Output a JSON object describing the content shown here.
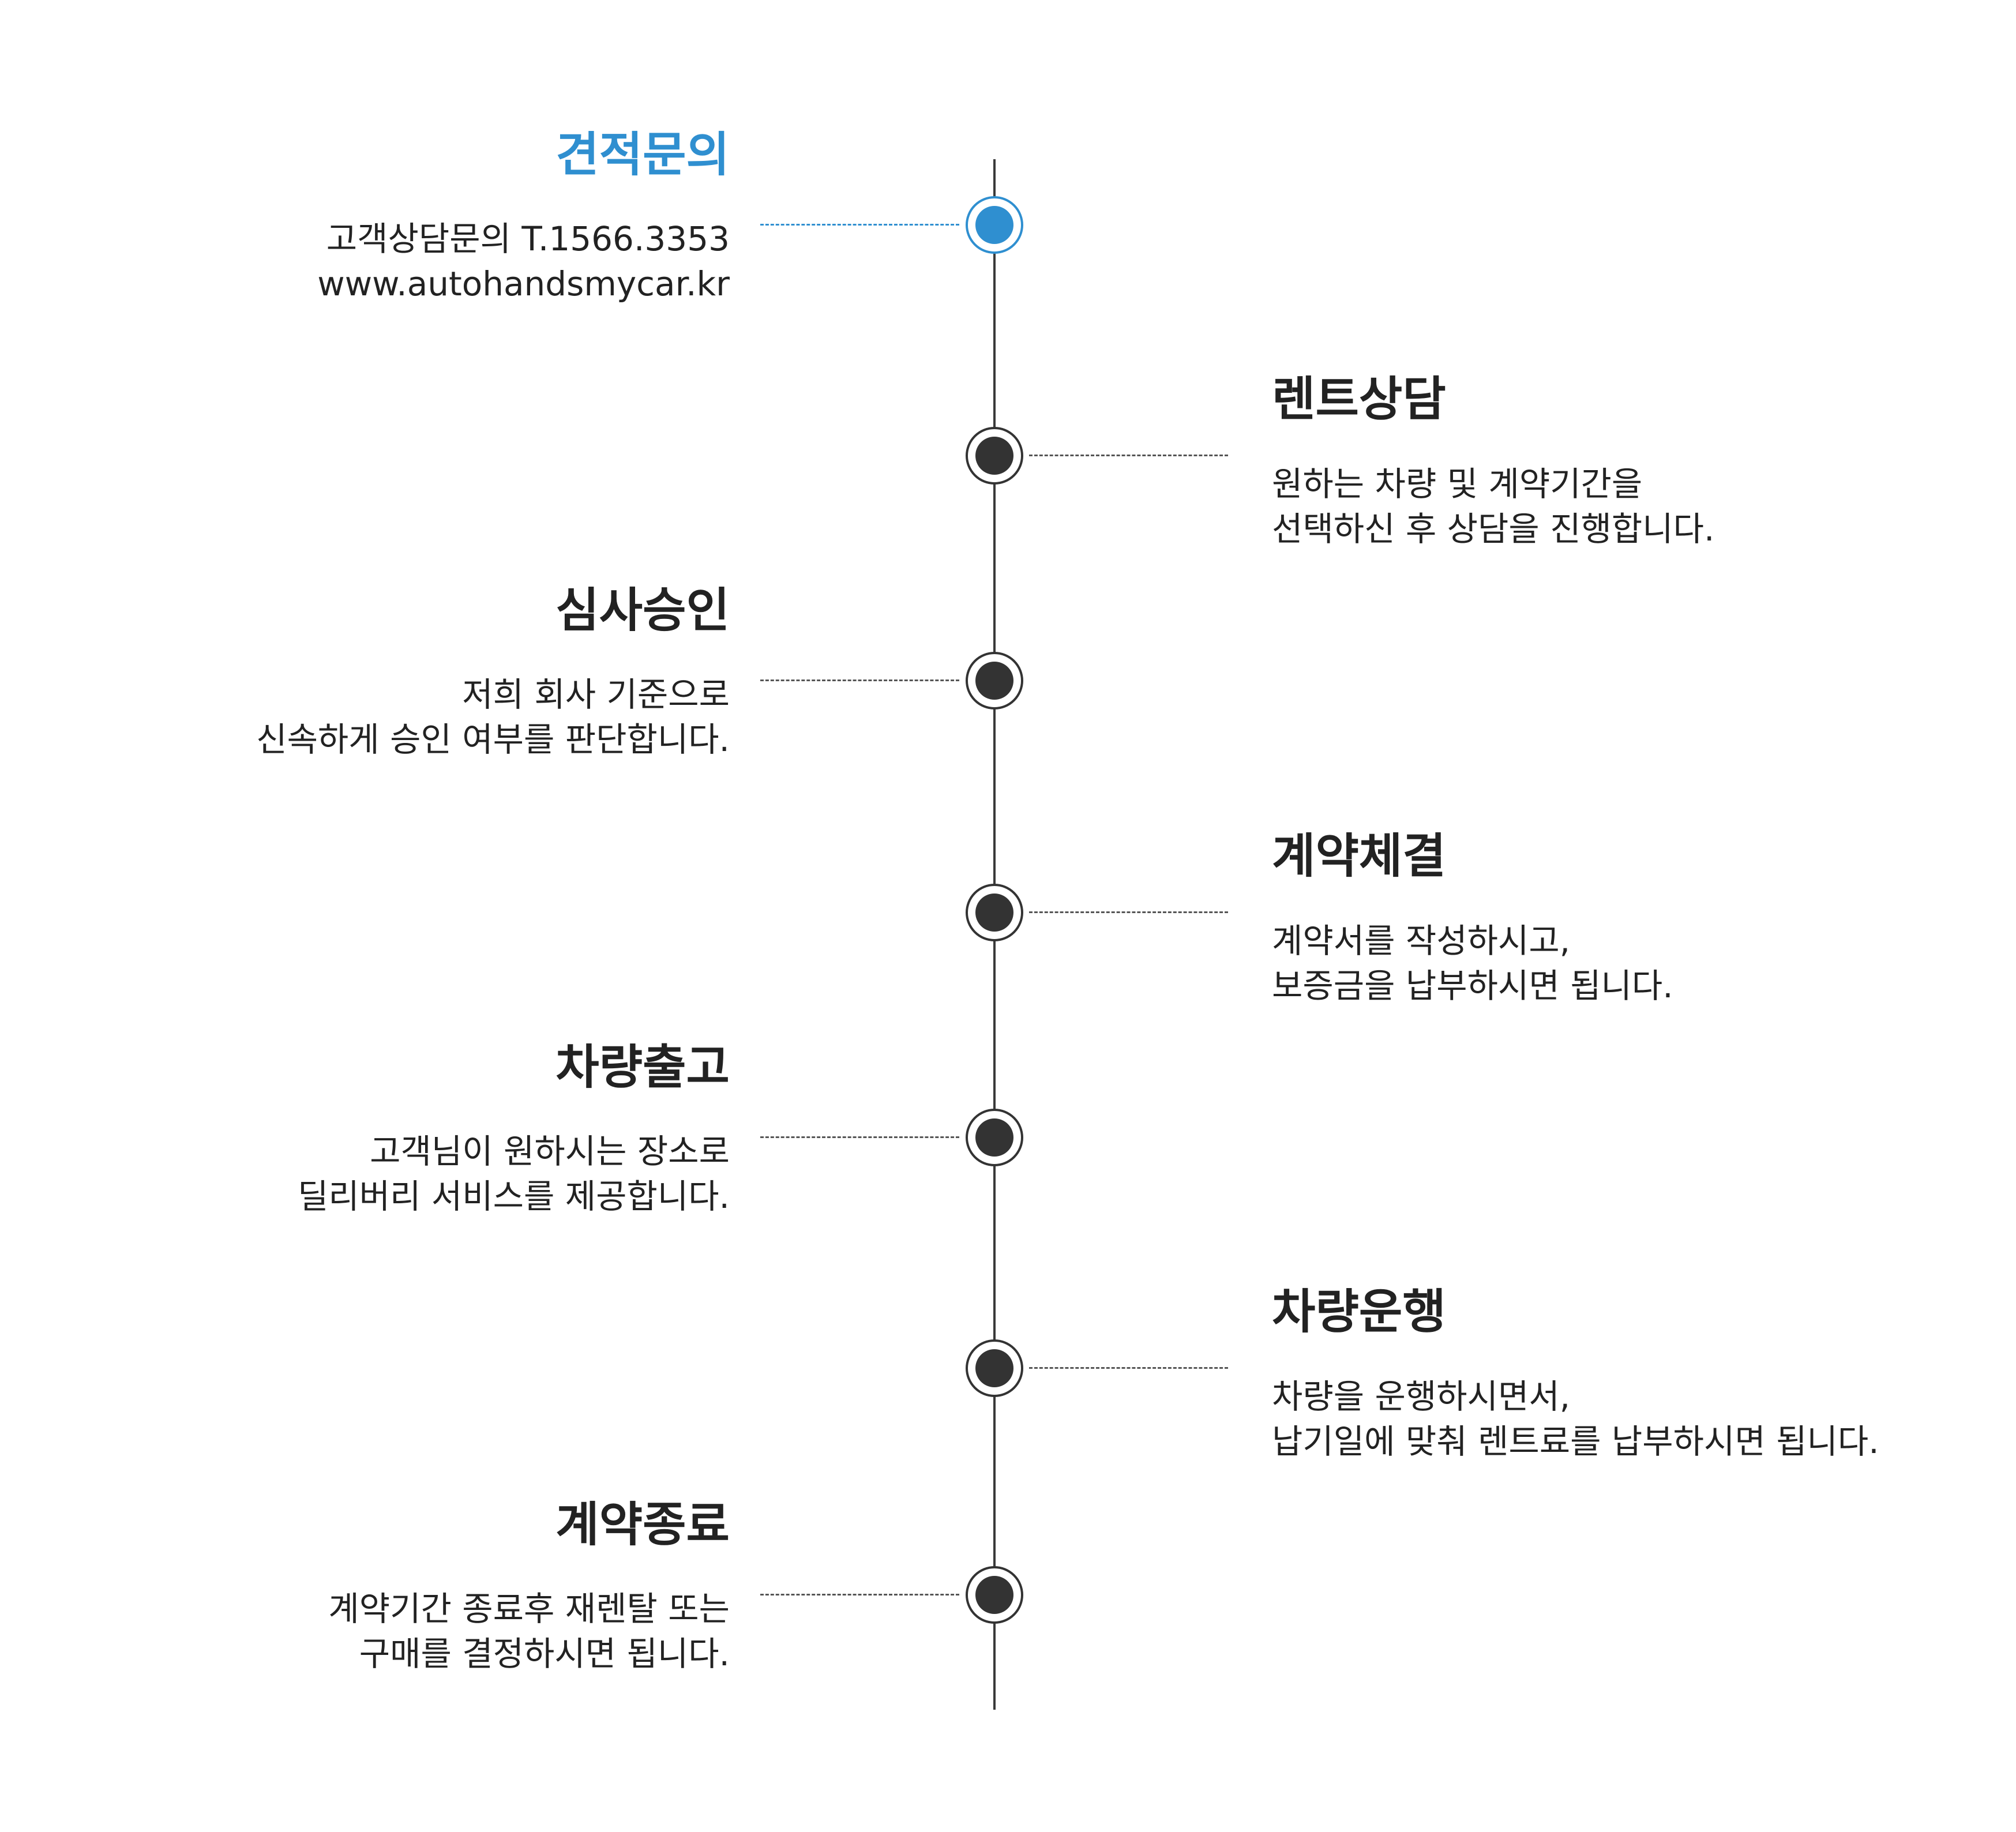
{
  "steps": [
    {
      "title": "견적문의",
      "lines": [
        "고객상담문의 T.1566.3353",
        "www.autohandsmycar.kr"
      ],
      "side": "left",
      "active": true
    },
    {
      "title": "렌트상담",
      "lines": [
        "원하는 차량 및 계약기간을",
        "선택하신 후 상담을 진행합니다."
      ],
      "side": "right",
      "active": false
    },
    {
      "title": "심사승인",
      "lines": [
        "저희 회사 기준으로",
        "신속하게 승인 여부를 판단합니다."
      ],
      "side": "left",
      "active": false
    },
    {
      "title": "계약체결",
      "lines": [
        "계약서를 작성하시고,",
        "보증금을 납부하시면 됩니다."
      ],
      "side": "right",
      "active": false
    },
    {
      "title": "차량출고",
      "lines": [
        "고객님이 원하시는 장소로",
        "딜리버리 서비스를 제공합니다."
      ],
      "side": "left",
      "active": false
    },
    {
      "title": "차량운행",
      "lines": [
        "차량을 운행하시면서,",
        "납기일에 맞춰 렌트료를 납부하시면 됩니다."
      ],
      "side": "right",
      "active": false
    },
    {
      "title": "계약종료",
      "lines": [
        "계약기간 종료후 재렌탈 또는",
        "구매를 결정하시면 됩니다."
      ],
      "side": "left",
      "active": false
    }
  ],
  "colors": {
    "accent": "#2f8fd0",
    "node": "#333333",
    "text": "#222222"
  }
}
